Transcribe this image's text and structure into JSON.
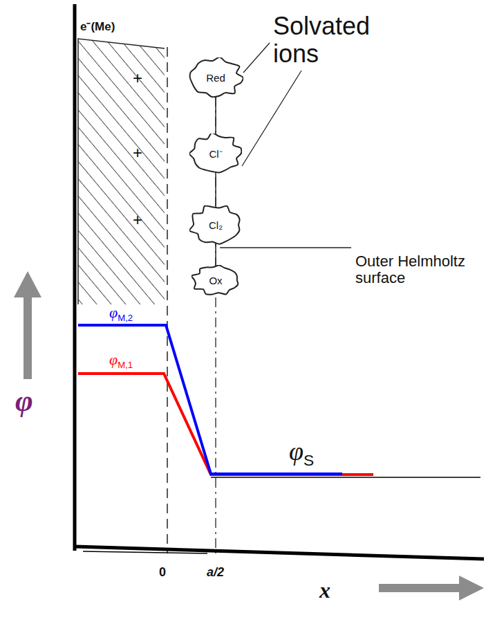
{
  "diagram": {
    "nodes": [
      {
        "text": [
          "Red"
        ]
      },
      {
        "text": [
          "Cl⁻"
        ]
      },
      {
        "text": [
          "Cl₂"
        ]
      },
      {
        "text": [
          "Ox"
        ]
      }
    ],
    "edges": [
      {
        "from": 0,
        "to": 1,
        "arrow": "none"
      },
      {
        "from": 1,
        "to": 2,
        "arrow": "none"
      },
      {
        "from": 2,
        "to": 3,
        "arrow": "none"
      }
    ],
    "labels": [
      "e⁻(Me)",
      "+",
      "+",
      "+",
      "Solvated ions",
      "Outer Helmholtz surface",
      "φM,2",
      "φM,1",
      "φS",
      "φ",
      "0",
      "a/2",
      "x"
    ]
  }
}
